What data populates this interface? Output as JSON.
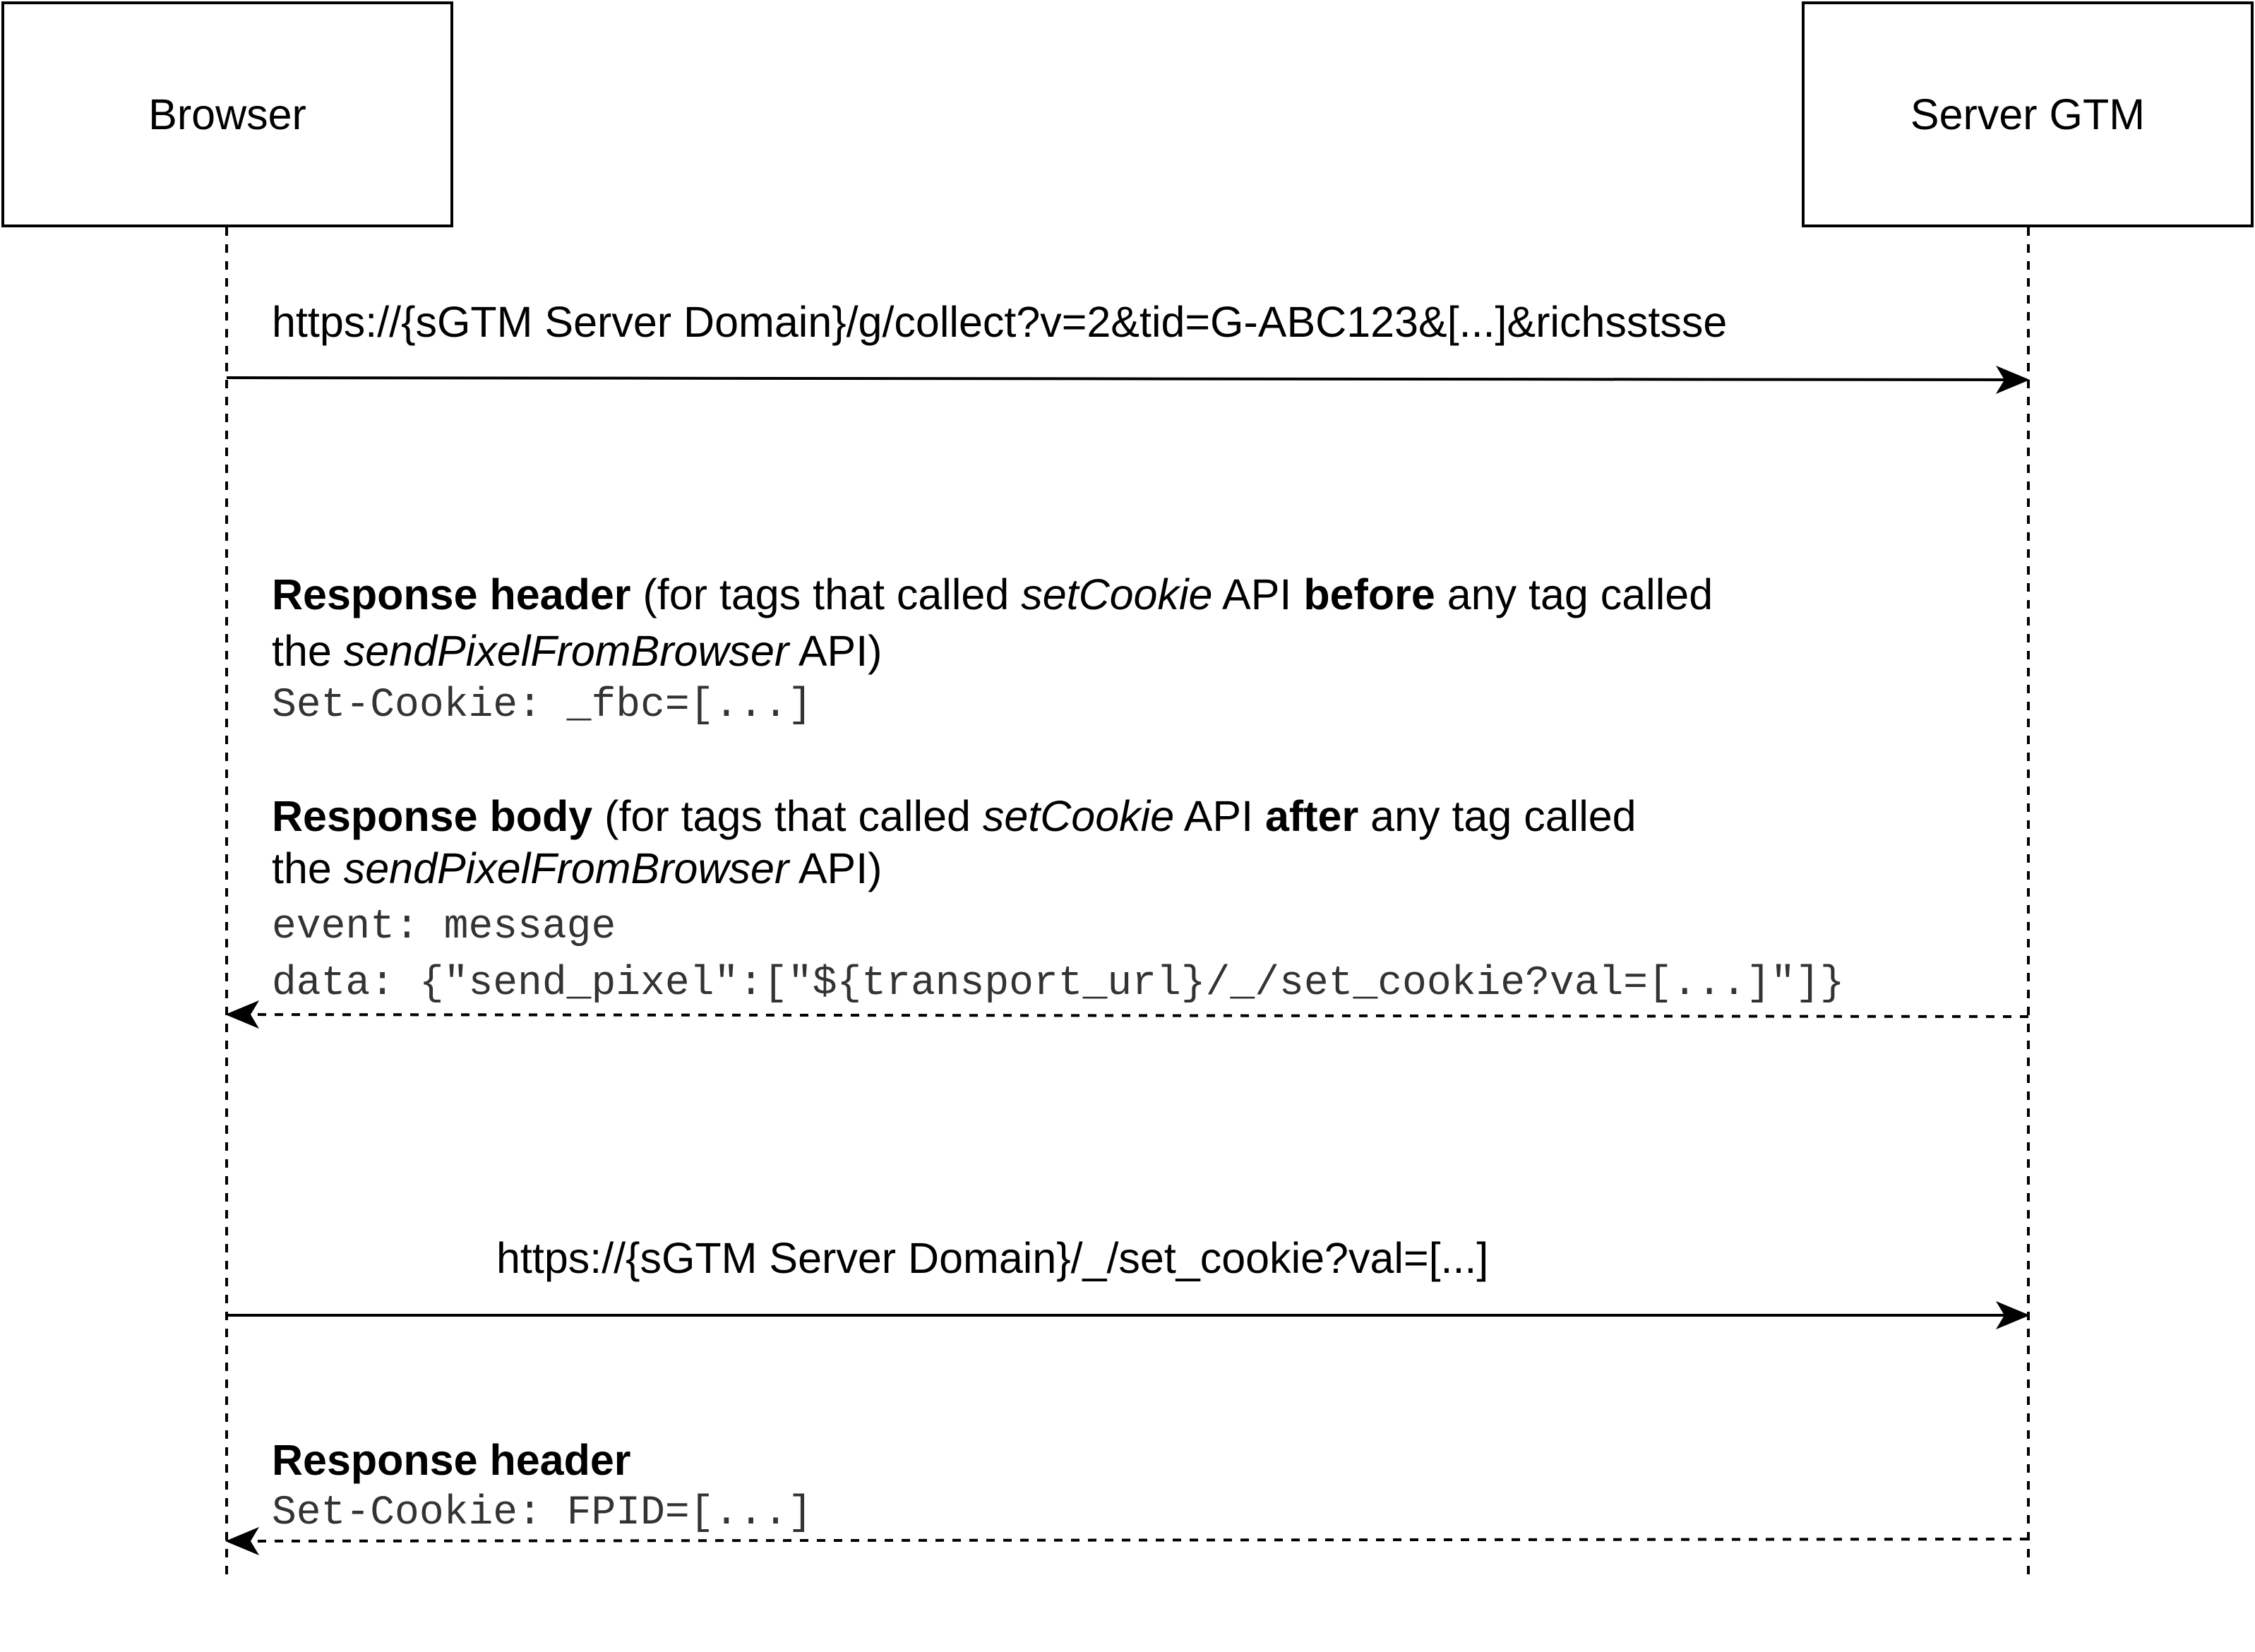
{
  "participants": {
    "browser": "Browser",
    "server": "Server GTM"
  },
  "messages": {
    "request1": "https://{sGTM Server Domain}/g/collect?v=2&tid=G-ABC123&[...]&richsstsse",
    "response1": {
      "header_title": "Response header",
      "header_p1": " (for tags that called ",
      "header_em1": "setCookie",
      "header_p2": " API ",
      "header_strong": "before",
      "header_p3": " any tag called",
      "header_l2_p1": "the ",
      "header_l2_em": "sendPixelFromBrowser",
      "header_l2_p2": " API)",
      "header_code": "Set-Cookie: _fbc=[...]",
      "body_title": "Response body",
      "body_p1": " (for tags that called ",
      "body_em1": "setCookie",
      "body_p2": " API ",
      "body_strong": "after",
      "body_p3": " any tag called",
      "body_l2_p1": "the ",
      "body_l2_em": "sendPixelFromBrowser",
      "body_l2_p2": " API)",
      "body_code1": "event: message",
      "body_code2": "data: {\"send_pixel\":[\"${transport_url}/_/set_cookie?val=[...]\"]}"
    },
    "request2": "https://{sGTM Server Domain}/_/set_cookie?val=[...]",
    "response2": {
      "header_title": "Response header",
      "header_code": "Set-Cookie: FPID=[...]"
    }
  }
}
